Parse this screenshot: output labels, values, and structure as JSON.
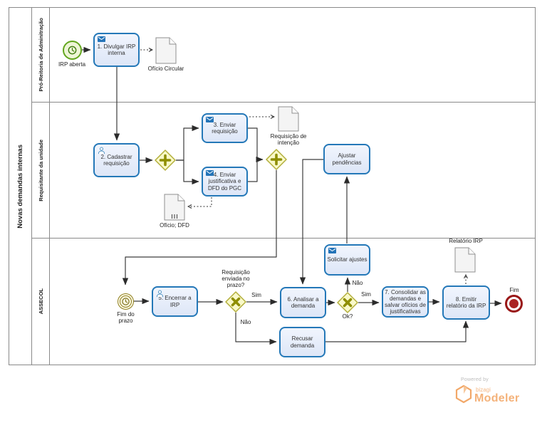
{
  "pool": {
    "title": "Novas demandas internas"
  },
  "lanes": [
    {
      "title": "Pró-Reitoria de Adminitração"
    },
    {
      "title": "Requisitante da unidade"
    },
    {
      "title": "ASSECOL"
    }
  ],
  "events": {
    "start": {
      "label": "IRP aberta",
      "type": "timer-start"
    },
    "timer": {
      "label": "Fim do prazo",
      "type": "intermediate-timer"
    },
    "end": {
      "label": "Fim",
      "type": "end"
    }
  },
  "tasks": {
    "t1": {
      "label": "1. Divulgar IRP interna",
      "icon": "message"
    },
    "t2": {
      "label": "2. Cadastrar requisição",
      "icon": "user"
    },
    "t3": {
      "label": "3. Enviar requisição",
      "icon": "message"
    },
    "t4": {
      "label": "4. Enviar justificativa e DFD do PGC",
      "icon": "message"
    },
    "ajustar": {
      "label": "Ajustar pendências",
      "icon": "none"
    },
    "t5": {
      "label": "5. Encerrar a IRP",
      "icon": "user"
    },
    "t6": {
      "label": "6. Analisar a demanda",
      "icon": "none"
    },
    "solicitar": {
      "label": "Solicitar ajustes",
      "icon": "message"
    },
    "t7": {
      "label": "7. Consolidar as demandas e salvar ofícios de justificativas",
      "icon": "none"
    },
    "t8": {
      "label": "8. Emitir relatório da IRP",
      "icon": "none"
    },
    "recusar": {
      "label": "Recusar demanda",
      "icon": "none"
    }
  },
  "documents": {
    "d1": {
      "label": "Ofício Circular"
    },
    "d2": {
      "label": "Requisição de intenção"
    },
    "d3": {
      "label": "Ofício; DFD"
    },
    "d4": {
      "label": "Relatório IRP"
    }
  },
  "gateways": {
    "p1": {
      "type": "parallel"
    },
    "p2": {
      "type": "parallel"
    },
    "x1": {
      "type": "exclusive",
      "question": "Requisição enviada no prazo?"
    },
    "x2": {
      "type": "exclusive",
      "question": "Ok?"
    }
  },
  "edge_labels": {
    "x1_sim": "Sim",
    "x1_nao": "Não",
    "x2_sim": "Sim",
    "x2_nao": "Não"
  },
  "watermark": {
    "powered_by": "Powered by",
    "brand": "bizagi",
    "product": "Modeler"
  },
  "colors": {
    "task_border": "#2478b8",
    "task_fill": "#e3eaf8",
    "gateway_border": "#b2ae3a",
    "gateway_fill": "#f9f9c9",
    "gateway_symbol": "#8e8e00",
    "start_green": "#62a61d",
    "timer_olive": "#8f7f1f",
    "end_red": "#991717",
    "doc_gray": "#8f8f8f",
    "watermark_orange": "#f4b27a"
  }
}
